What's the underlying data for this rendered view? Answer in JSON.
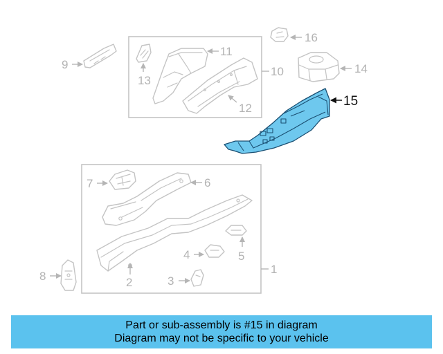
{
  "diagram": {
    "highlight_color": "#6ec8ee",
    "banner_color": "#5bc2ee",
    "callouts": {
      "c1": "1",
      "c2": "2",
      "c3": "3",
      "c4": "4",
      "c5": "5",
      "c6": "6",
      "c7": "7",
      "c8": "8",
      "c9": "9",
      "c10": "10",
      "c11": "11",
      "c12": "12",
      "c13": "13",
      "c14": "14",
      "c15": "15",
      "c16": "16"
    }
  },
  "banner": {
    "line1": "Part or sub-assembly is #15 in diagram",
    "line2": "Diagram may not be specific to your vehicle"
  }
}
